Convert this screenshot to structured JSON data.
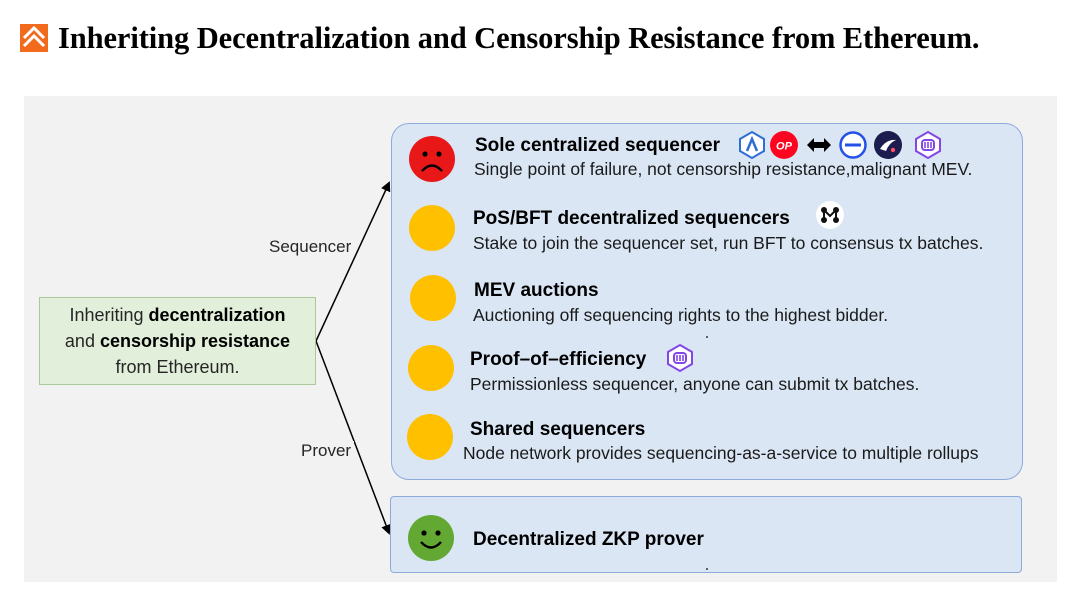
{
  "title": "Inheriting Decentralization and Censorship Resistance from Ethereum.",
  "root": {
    "line1_prefix": "Inheriting ",
    "line1_bold": "decentralization",
    "line2_prefix": "and ",
    "line2_bold": "censorship resistance",
    "line3": "from Ethereum."
  },
  "edges": {
    "sequencer_label": "Sequencer",
    "prover_label": "Prover"
  },
  "sequencer_options": [
    {
      "title": "Sole centralized sequencer",
      "description": "Single point of failure, not censorship resistance,malignant MEV.",
      "face": "sad-red"
    },
    {
      "title": "PoS/BFT decentralized sequencers",
      "description": "Stake to join the sequencer set, run BFT to consensus tx batches.",
      "face": "neutral-yellow"
    },
    {
      "title": "MEV auctions",
      "description": "Auctioning off sequencing rights to the highest bidder.",
      "face": "neutral-yellow"
    },
    {
      "title": "Proof–of–efficiency",
      "description": "Permissionless sequencer, anyone can submit tx batches.",
      "face": "neutral-yellow"
    },
    {
      "title": "Shared sequencers",
      "description": "Node network provides sequencing-as-a-service to multiple rollups",
      "face": "neutral-yellow"
    }
  ],
  "prover": {
    "title": "Decentralized ZKP prover",
    "face": "happy-green"
  },
  "op_badge": "OP",
  "icons": [
    "arbitrum-icon",
    "optimism-icon",
    "zksync-icon",
    "scroll-icon",
    "starknet-icon",
    "polygon-zkevm-icon",
    "espresso-icon"
  ],
  "colors": {
    "sad": "#e81818",
    "neutral": "#ffc000",
    "happy": "#62a832",
    "sequencer_box": "#dae6f4",
    "root_box": "#e2efda",
    "logo": "#f26b1d"
  }
}
